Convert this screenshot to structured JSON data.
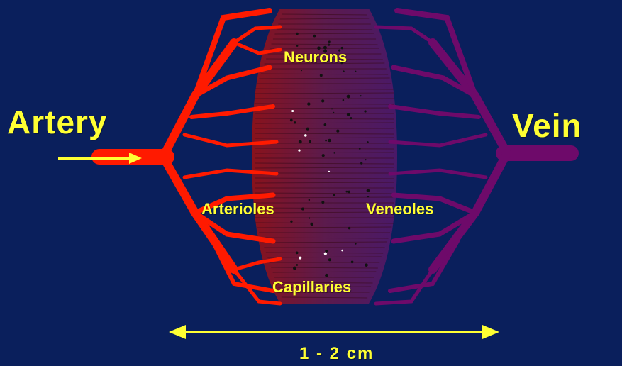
{
  "labels": {
    "artery": "Artery",
    "vein": "Vein",
    "neurons": "Neurons",
    "arterioles": "Arterioles",
    "veneoles": "Veneoles",
    "capillaries": "Capillaries",
    "scale": "1 - 2 cm"
  },
  "colors": {
    "background": "#0a1f5c",
    "artery": "#ff0000",
    "vein": "#6a0a6a",
    "capillary_bed": "#7a1a40",
    "label": "#ffff33"
  }
}
